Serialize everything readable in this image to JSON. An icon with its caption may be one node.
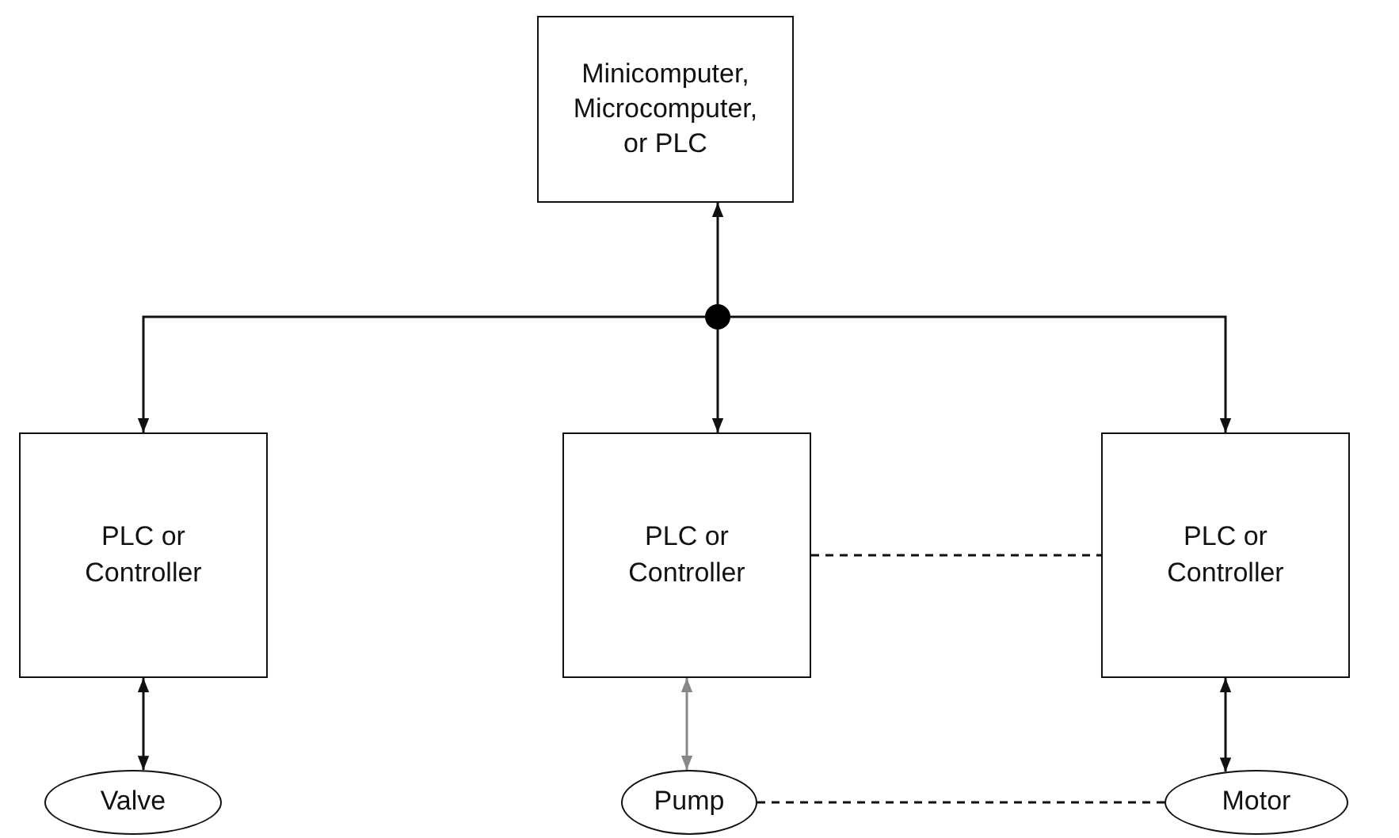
{
  "diagram": {
    "nodes": [
      {
        "text": [
          "Minicomputer, Microcomputer, or PLC"
        ]
      },
      {
        "text": [],
        "shape": "circle"
      },
      {
        "text": [
          "PLC or Controller"
        ]
      },
      {
        "text": [
          "PLC or Controller"
        ]
      },
      {
        "text": [
          "PLC or Controller"
        ]
      },
      {
        "text": [
          "Valve"
        ]
      },
      {
        "text": [
          "Pump"
        ]
      },
      {
        "text": [
          "Motor"
        ]
      }
    ],
    "edges": [
      {
        "from": 1,
        "to": 0,
        "arrow": "to"
      },
      {
        "from": 1,
        "to": 2,
        "arrow": "to"
      },
      {
        "from": 1,
        "to": 3,
        "arrow": "to"
      },
      {
        "from": 1,
        "to": 4,
        "arrow": "to"
      },
      {
        "from": 2,
        "to": 5,
        "arrow": "both"
      },
      {
        "from": 3,
        "to": 6,
        "arrow": "both",
        "color": "#888888"
      },
      {
        "from": 4,
        "to": 7,
        "arrow": "both"
      },
      {
        "from": 3,
        "to": 4,
        "arrow": "none",
        "style": "dashed"
      },
      {
        "from": 6,
        "to": 7,
        "arrow": "none",
        "style": "dashed"
      }
    ]
  }
}
